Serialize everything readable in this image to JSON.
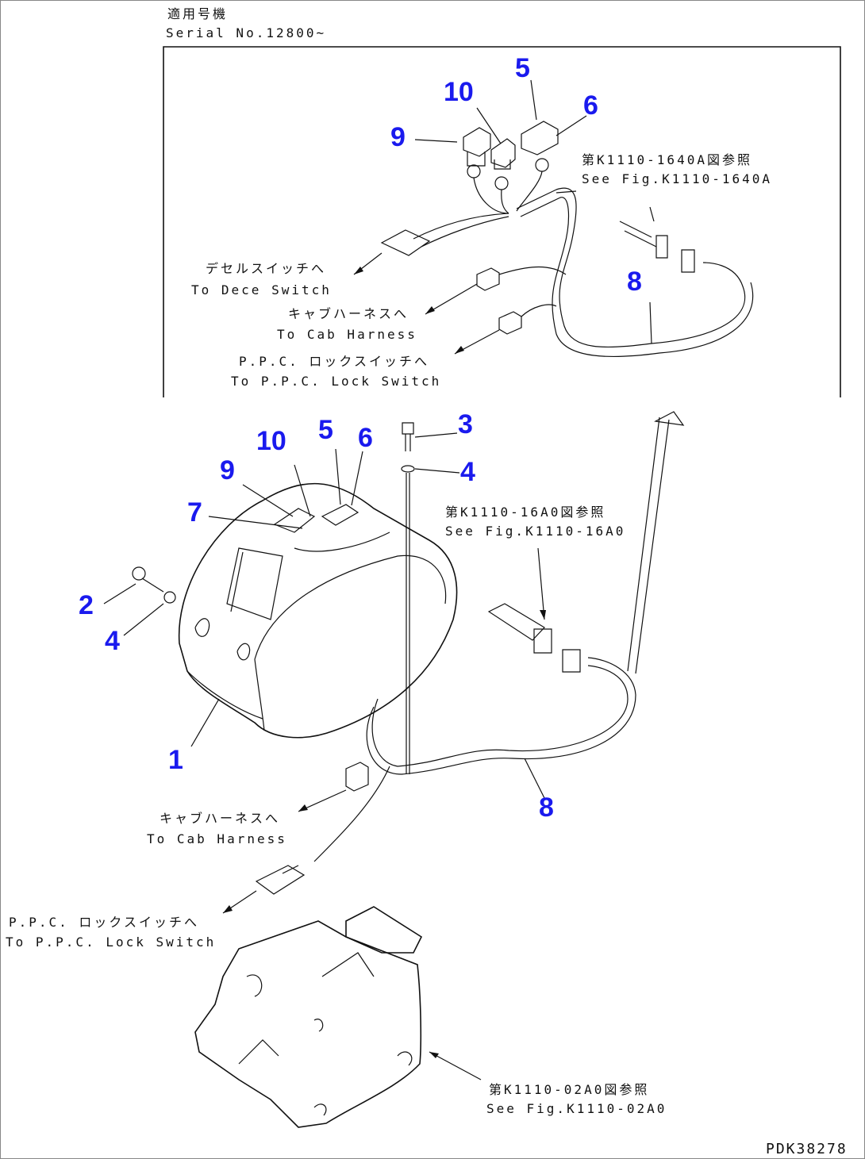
{
  "header": {
    "applicable_jp": "適用号機",
    "serial": "Serial No.12800~"
  },
  "notes": {
    "upper_ref_jp": "第K1110-1640A図参照",
    "upper_ref_en": "See Fig.K1110-1640A",
    "decel_jp": "デセルスイッチへ",
    "decel_en": "To Dece  Switch",
    "cab1_jp": "キャブハーネスへ",
    "cab1_en": "To Cab Harness",
    "ppc1_jp": "P.P.C. ロックスイッチへ",
    "ppc1_en": "To P.P.C. Lock Switch",
    "mid_ref_jp": "第K1110-16A0図参照",
    "mid_ref_en": "See Fig.K1110-16A0",
    "cab2_jp": "キャブハーネスへ",
    "cab2_en": "To Cab Harness",
    "ppc2_jp": "P.P.C. ロックスイッチへ",
    "ppc2_en": "To P.P.C. Lock Switch",
    "low_ref_jp": "第K1110-02A0図参照",
    "low_ref_en": "See Fig.K1110-02A0"
  },
  "callouts": {
    "upper": [
      "5",
      "10",
      "6",
      "9",
      "8"
    ],
    "lower": [
      "3",
      "10",
      "5",
      "6",
      "9",
      "4",
      "7",
      "2",
      "4",
      "1",
      "8"
    ]
  },
  "drawing_code": "PDK38278",
  "colors": {
    "callout": "#1a1aee",
    "line": "#111111"
  }
}
